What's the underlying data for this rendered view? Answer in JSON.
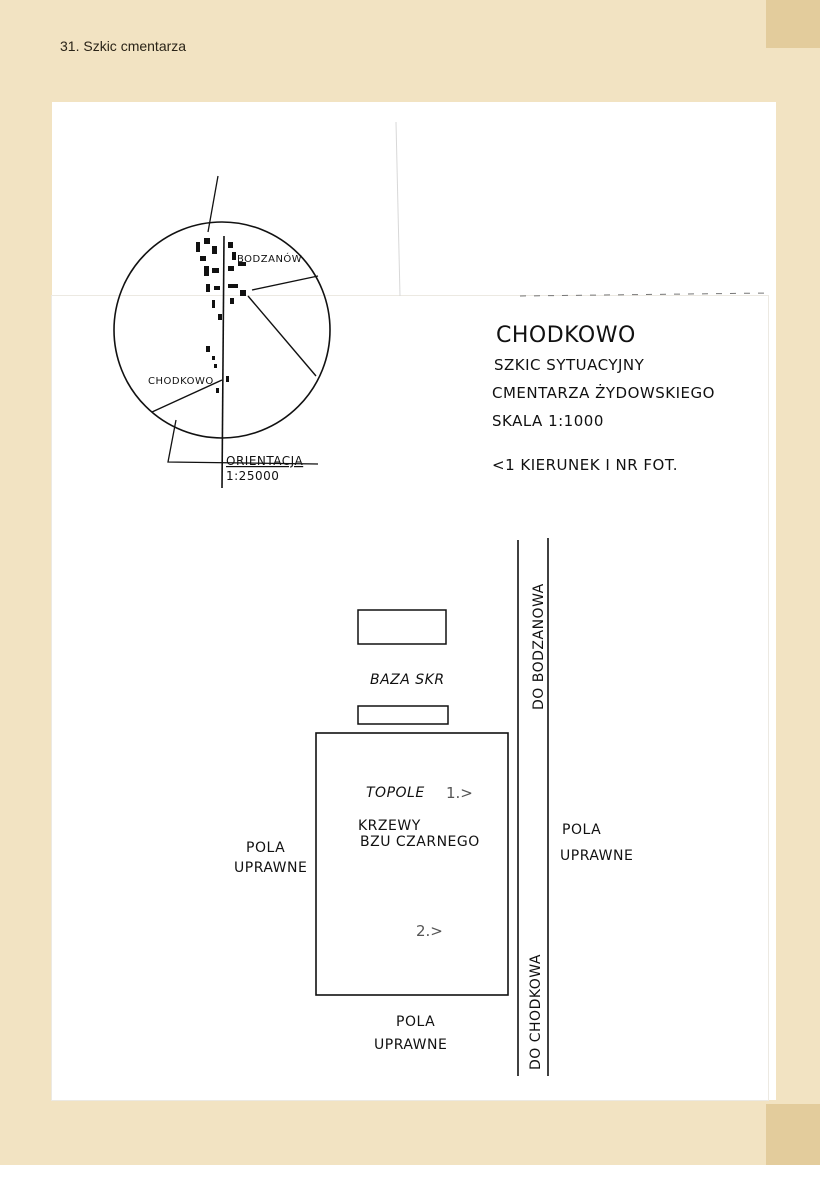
{
  "page": {
    "caption": "31. Szkic cmentarza"
  },
  "title": {
    "place": "CHODKOWO",
    "line1": "SZKIC SYTUACYJNY",
    "line2": "CMENTARZA ŻYDOWSKIEGO",
    "line3": "SKALA 1:1000",
    "legend": "<1 KIERUNEK I NR FOT."
  },
  "inset": {
    "town_top": "BODZANÓW",
    "town_left": "CHODKOWO",
    "orientation_label": "ORIENTACJA",
    "orientation_scale": "1:25000"
  },
  "site": {
    "road_top": "DO BODZANOWA",
    "road_bottom": "DO CHODKOWA",
    "base": "BAZA SKR",
    "trees": "TOPOLE",
    "shrubs_line1": "KRZEWY",
    "shrubs_line2": "BZU CZARNEGO",
    "photo1": "1.>",
    "photo2": "2.>",
    "fields_left_1": "POLA",
    "fields_left_2": "UPRAWNE",
    "fields_right_1": "POLA",
    "fields_right_2": "UPRAWNE",
    "fields_bottom_1": "POLA",
    "fields_bottom_2": "UPRAWNE"
  },
  "colors": {
    "board": "#f2e3c2",
    "tab": "#e3cc9c",
    "ink": "#111111",
    "pencil": "#555555"
  }
}
